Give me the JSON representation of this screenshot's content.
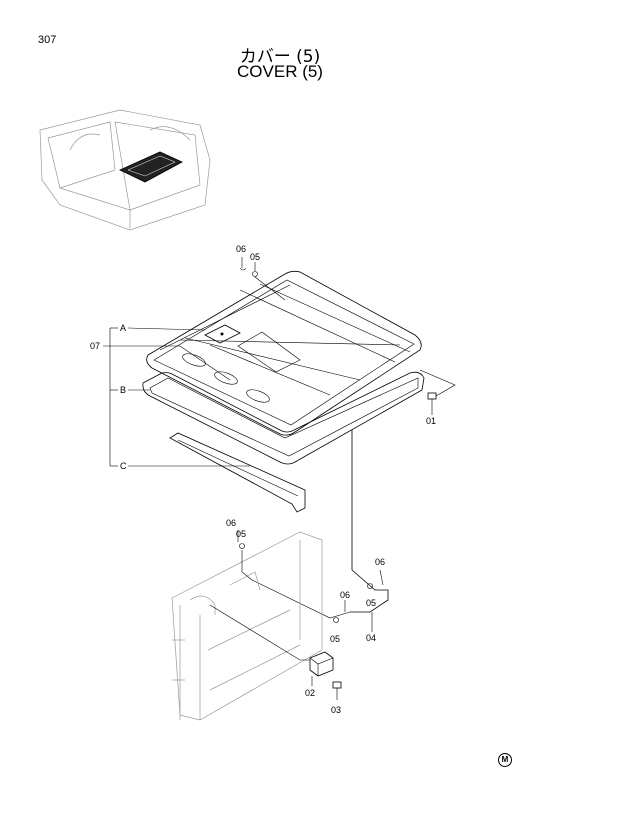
{
  "page_number": "307",
  "title_jp": "カバー (5)",
  "title_en": "COVER (5)",
  "mark": "M",
  "labels": {
    "p01": "01",
    "p02": "02",
    "p03": "03",
    "p04": "04",
    "p05_top": "05",
    "p06_top": "06",
    "p05_mid": "05",
    "p06_mid": "06",
    "p05_rod": "05",
    "p06_rod": "06",
    "p05_right": "05",
    "p06_right": "06",
    "p07": "07",
    "grpA": "A",
    "grpB": "B",
    "grpC": "C"
  }
}
